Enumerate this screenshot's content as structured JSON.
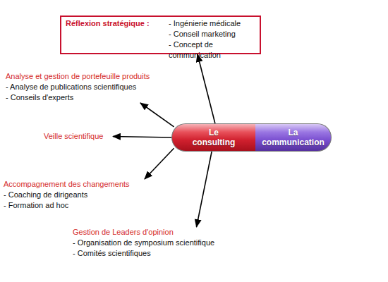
{
  "diagram": {
    "nodes": [
      {
        "text": [
          "Réflexion stratégique :",
          "- Ingénierie médicale",
          "- Conseil marketing",
          "- Concept de communication"
        ]
      },
      {
        "text": [
          "Analyse et gestion de portefeuille produits",
          "- Analyse de publications scientifiques",
          "- Conseils d'experts"
        ]
      },
      {
        "text": [
          "Veille scientifique"
        ]
      },
      {
        "text": [
          "Le consulting"
        ]
      },
      {
        "text": [
          "La communication"
        ]
      },
      {
        "text": [
          "Accompagnement des changements",
          "- Coaching de dirigeants",
          "- Formation ad hoc"
        ]
      },
      {
        "text": [
          "Gestion de Leaders d'opinion",
          "- Organisation de symposium scientifique",
          "- Comités scientifiques"
        ]
      }
    ],
    "edges": [
      {
        "from": 3,
        "to": 0,
        "arrow": "to"
      },
      {
        "from": 3,
        "to": 1,
        "arrow": "to"
      },
      {
        "from": 3,
        "to": 2,
        "arrow": "to"
      },
      {
        "from": 3,
        "to": 5,
        "arrow": "to"
      },
      {
        "from": 3,
        "to": 6,
        "arrow": "to"
      }
    ]
  }
}
